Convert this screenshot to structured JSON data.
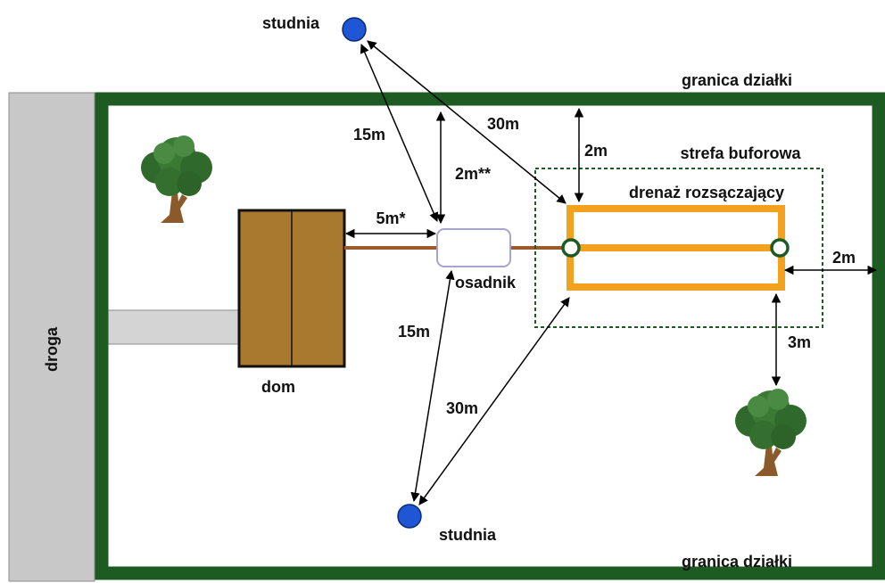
{
  "labels": {
    "road": "droga",
    "boundary_top": "granica działki",
    "boundary_bottom": "granica działki",
    "well_top": "studnia",
    "well_bottom": "studnia",
    "house": "dom",
    "septic_tank": "osadnik",
    "buffer_zone": "strefa buforowa",
    "drainage": "drenaż rozsączający"
  },
  "distances": {
    "well_top_to_tank": "15m",
    "well_top_to_drain": "30m",
    "tank_to_boundary": "2m**",
    "drain_to_boundary_top": "2m",
    "house_to_tank": "5m*",
    "drain_to_boundary_right": "2m",
    "drain_to_tree": "3m",
    "tank_to_well_bottom": "15m",
    "drain_to_well_bottom": "30m"
  },
  "colors": {
    "boundary": "#1e5b23",
    "road": "#c8c8c8",
    "house_fill": "#a8792e",
    "pipe": "#9a5a2a",
    "drain": "#f2a21c",
    "well": "#1f56d6",
    "buffer": "#1e5b23"
  },
  "icons": [
    "tree-icon",
    "arrow-icon",
    "well-icon"
  ]
}
